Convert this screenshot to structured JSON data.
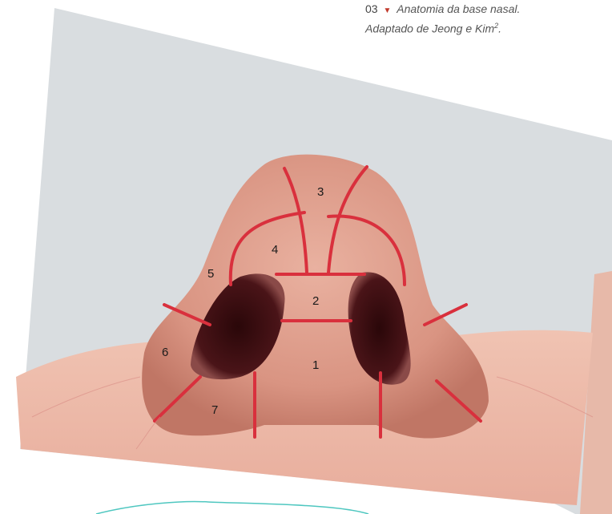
{
  "caption": {
    "number": "03",
    "marker": "▼",
    "text_line1": "Anatomia da base nasal.",
    "text_line2": "Adaptado de Jeong e Kim",
    "superscript": "2",
    "trailing": "."
  },
  "figure": {
    "region_labels": [
      "1",
      "2",
      "3",
      "4",
      "5",
      "6",
      "7"
    ],
    "line_color": "#d9303d",
    "skin_color": "#dca08f",
    "nostril_color": "#3b0d10"
  }
}
